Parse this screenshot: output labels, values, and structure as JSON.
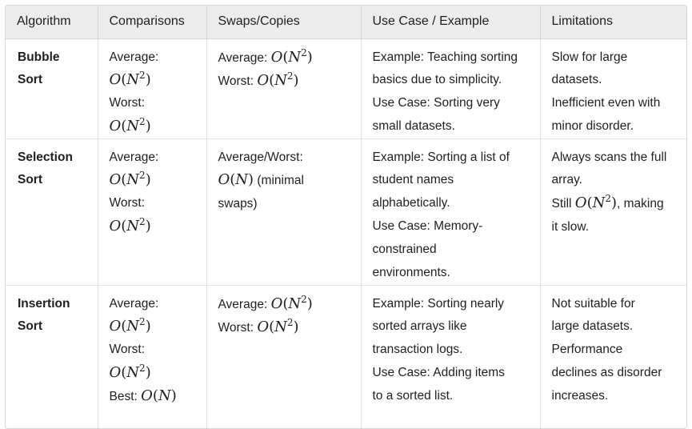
{
  "headers": [
    "Algorithm",
    "Comparisons",
    "Swaps/Copies",
    "Use Case / Example",
    "Limitations"
  ],
  "math": {
    "o": "O",
    "n": "N",
    "sq": "2",
    "lp": "(",
    "rp": ")"
  },
  "rows": [
    {
      "algorithm": [
        "Bubble",
        "Sort"
      ],
      "comparisons": {
        "average_label": "Average:",
        "worst_label": "Worst:"
      },
      "swaps": {
        "average_label": "Average: ",
        "worst_label": "Worst: "
      },
      "use_case": [
        "Example: Teaching sorting",
        "basics due to simplicity.",
        "Use Case: Sorting very",
        "small datasets."
      ],
      "limitations": [
        "Slow for large",
        "datasets.",
        "Inefficient even with",
        "minor disorder."
      ]
    },
    {
      "algorithm": [
        "Selection",
        "Sort"
      ],
      "comparisons": {
        "average_label": "Average:",
        "worst_label": "Worst:"
      },
      "swaps": {
        "label": "Average/Worst:",
        "note": " (minimal",
        "note2": "swaps)"
      },
      "use_case": [
        "Example: Sorting a list of",
        "student names",
        "alphabetically.",
        "Use Case: Memory-",
        "constrained",
        "environments."
      ],
      "limitations": {
        "line1": "Always scans the full",
        "line2": "array.",
        "still_prefix": "Still ",
        "still_suffix": ", making",
        "line4": "it slow."
      }
    },
    {
      "algorithm": [
        "Insertion",
        "Sort"
      ],
      "comparisons": {
        "average_label": "Average:",
        "worst_label": "Worst:",
        "best_label": "Best: "
      },
      "swaps": {
        "average_label": "Average: ",
        "worst_label": "Worst: "
      },
      "use_case": [
        "Example: Sorting nearly",
        "sorted arrays like",
        "transaction logs.",
        "Use Case: Adding items",
        "to a sorted list."
      ],
      "limitations": [
        "Not suitable for",
        "large datasets.",
        "Performance",
        "declines as disorder",
        "increases."
      ]
    }
  ]
}
